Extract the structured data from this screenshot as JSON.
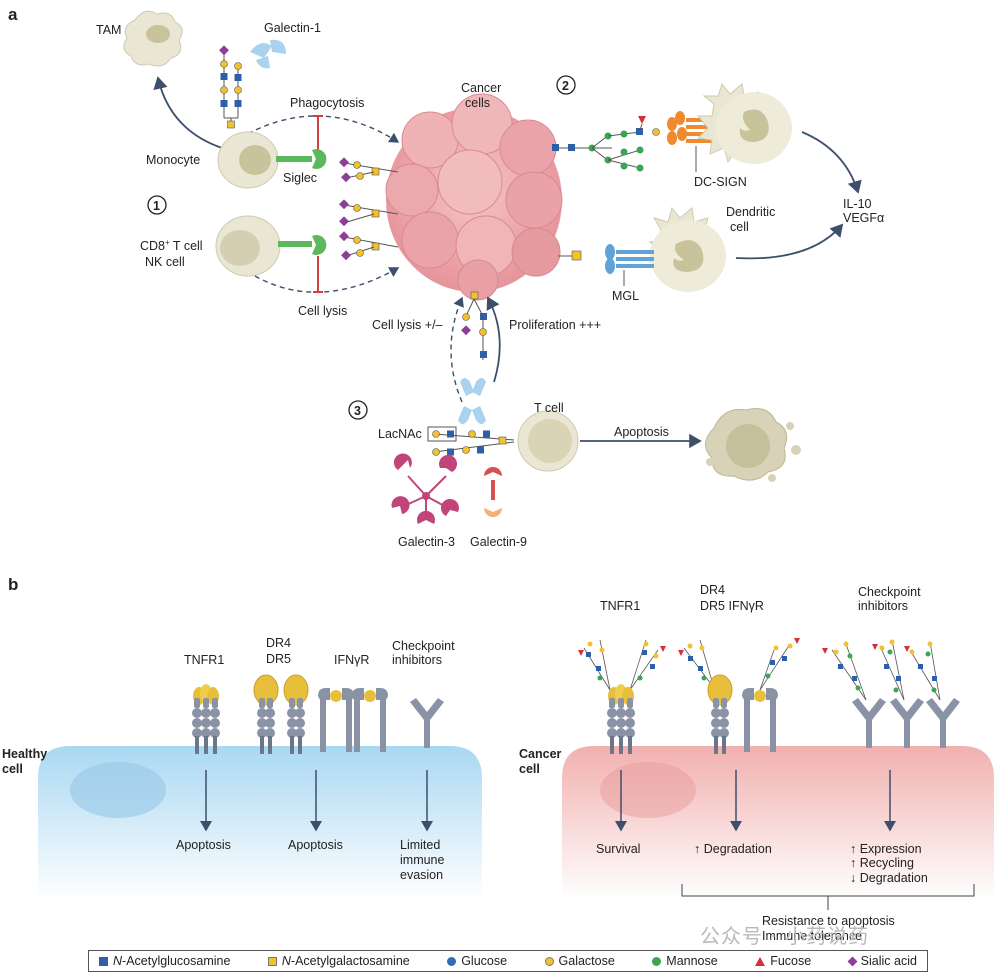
{
  "panel_a": {
    "label": "a",
    "step1": "1",
    "step2": "2",
    "step3": "3",
    "tam": "TAM",
    "galectin1": "Galectin-1",
    "phagocytosis": "Phagocytosis",
    "cancer_cells_1": "Cancer",
    "cancer_cells_2": "cells",
    "monocyte": "Monocyte",
    "siglec": "Siglec",
    "cd8_t_cell_a": "CD8",
    "cd8_t_cell_sup": "+",
    "cd8_t_cell_b": " T cell",
    "nk_cell": "NK cell",
    "cell_lysis": "Cell lysis",
    "cell_lysis_pm": "Cell lysis +/–",
    "proliferation": "Proliferation +++",
    "dc_sign": "DC-SIGN",
    "dendritic_1": "Dendritic",
    "dendritic_2": "cell",
    "il10": "IL-10",
    "vegfa": "VEGFα",
    "mgl": "MGL",
    "lacnac": "LacNAc",
    "t_cell": "T cell",
    "apoptosis": "Apoptosis",
    "galectin3": "Galectin-3",
    "galectin9": "Galectin-9"
  },
  "panel_b": {
    "label": "b",
    "healthy_1": "Healthy",
    "healthy_2": "cell",
    "cancer_1": "Cancer",
    "cancer_2": "cell",
    "h_tnfr1": "TNFR1",
    "h_dr4": "DR4",
    "h_dr5": "DR5",
    "h_ifngr": "IFNγR",
    "h_ckpt_1": "Checkpoint",
    "h_ckpt_2": "inhibitors",
    "h_out1": "Apoptosis",
    "h_out2": "Apoptosis",
    "h_out3_1": "Limited",
    "h_out3_2": "immune",
    "h_out3_3": "evasion",
    "c_tnfr1": "TNFR1",
    "c_dr4": "DR4",
    "c_dr5_ifngr": "DR5  IFNγR",
    "c_ckpt_1": "Checkpoint",
    "c_ckpt_2": "inhibitors",
    "c_out1": "Survival",
    "c_out2": "↑ Degradation",
    "c_out3_1": "↑ Expression",
    "c_out3_2": "↑ Recycling",
    "c_out3_3": "↓ Degradation",
    "resistance_1": "Resistance to apoptosis",
    "resistance_2": "Immune tolerance"
  },
  "legend": [
    {
      "label": "N-Acetylglucosamine",
      "italic_prefix": "N",
      "rest": "-Acetylglucosamine",
      "shape": "square",
      "color": "#2f5fa7"
    },
    {
      "label": "N-Acetylgalactosamine",
      "italic_prefix": "N",
      "rest": "-Acetylgalactosamine",
      "shape": "square",
      "color": "#f2c12e"
    },
    {
      "label": "Glucose",
      "shape": "circle",
      "color": "#2f6fb5"
    },
    {
      "label": "Galactose",
      "shape": "circle",
      "color": "#f2c12e"
    },
    {
      "label": "Mannose",
      "shape": "circle",
      "color": "#3aa655"
    },
    {
      "label": "Fucose",
      "shape": "triangle",
      "color": "#d2303a"
    },
    {
      "label": "Sialic acid",
      "shape": "diamond",
      "color": "#8e3e97"
    }
  ],
  "watermark": "公众号 · 小药说药",
  "colors": {
    "cell_beige": "#e9e6d4",
    "nucleus": "#c9c39c",
    "cancer_pink": "#e8a3a7",
    "healthy_blue": "#b8def3",
    "cancer_membrane": "#f3b9b7",
    "receptor_gray": "#8a93a6",
    "arrow": "#3d4f6b",
    "inhibit": "#d24040",
    "siglec_green": "#5cb85c",
    "dcsign_orange": "#f08a2e",
    "mgl_blue": "#5fa3d8",
    "galectin1": "#a9d2ee",
    "galectin3": "#c2457a",
    "galectin9_top": "#d75050",
    "galectin9_bottom": "#f2b27a",
    "ligand_gold": "#e8bf3b"
  }
}
